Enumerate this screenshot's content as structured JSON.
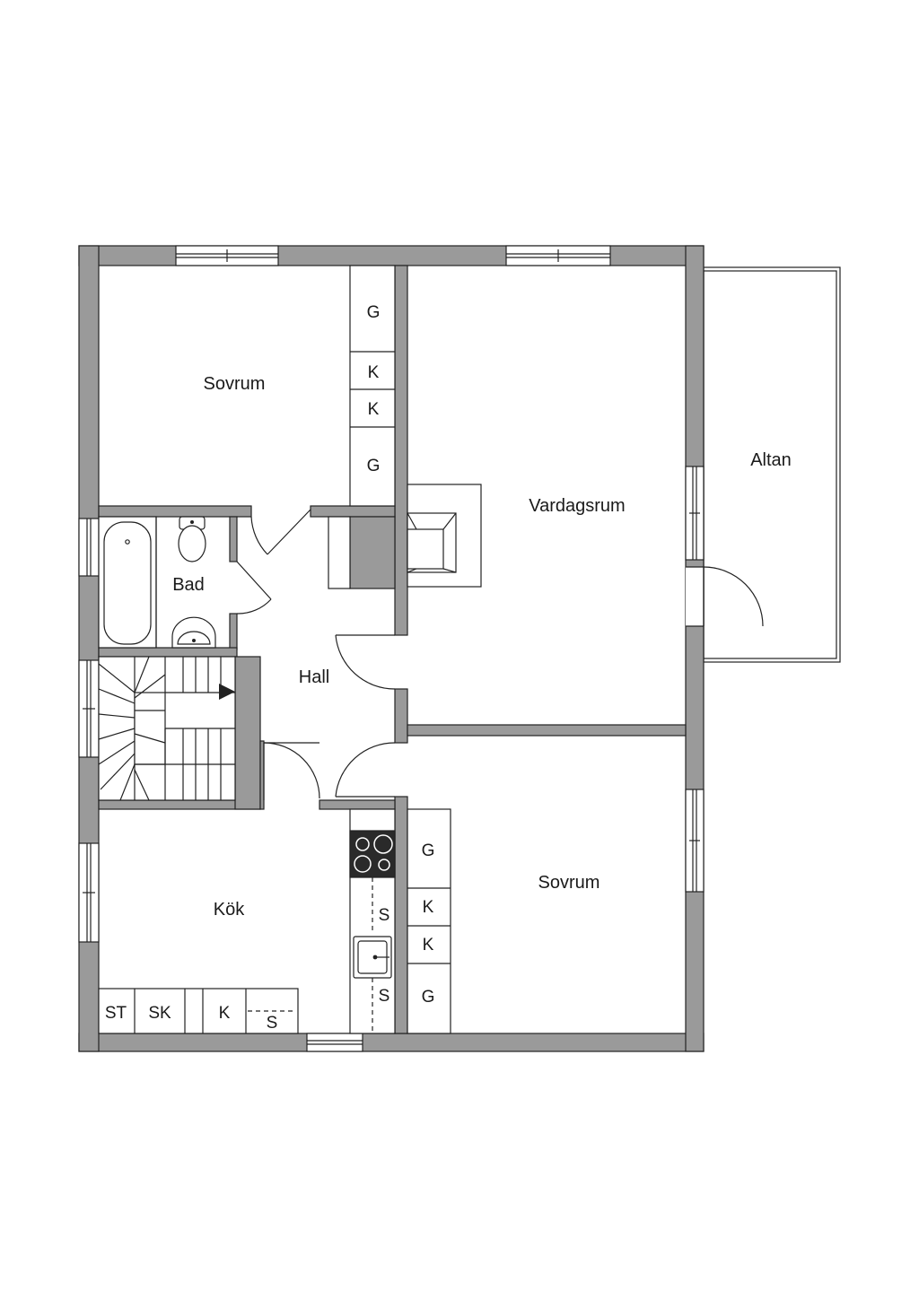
{
  "rooms": {
    "sovrum_top": "Sovrum",
    "vardagsrum": "Vardagsrum",
    "altan": "Altan",
    "bad": "Bad",
    "hall": "Hall",
    "kok": "Kök",
    "sovrum_bottom": "Sovrum"
  },
  "units": {
    "g": "G",
    "k": "K",
    "s": "S",
    "st": "ST",
    "sk": "SK"
  },
  "colors": {
    "wall": "#9a9a9a",
    "line": "#222222"
  }
}
